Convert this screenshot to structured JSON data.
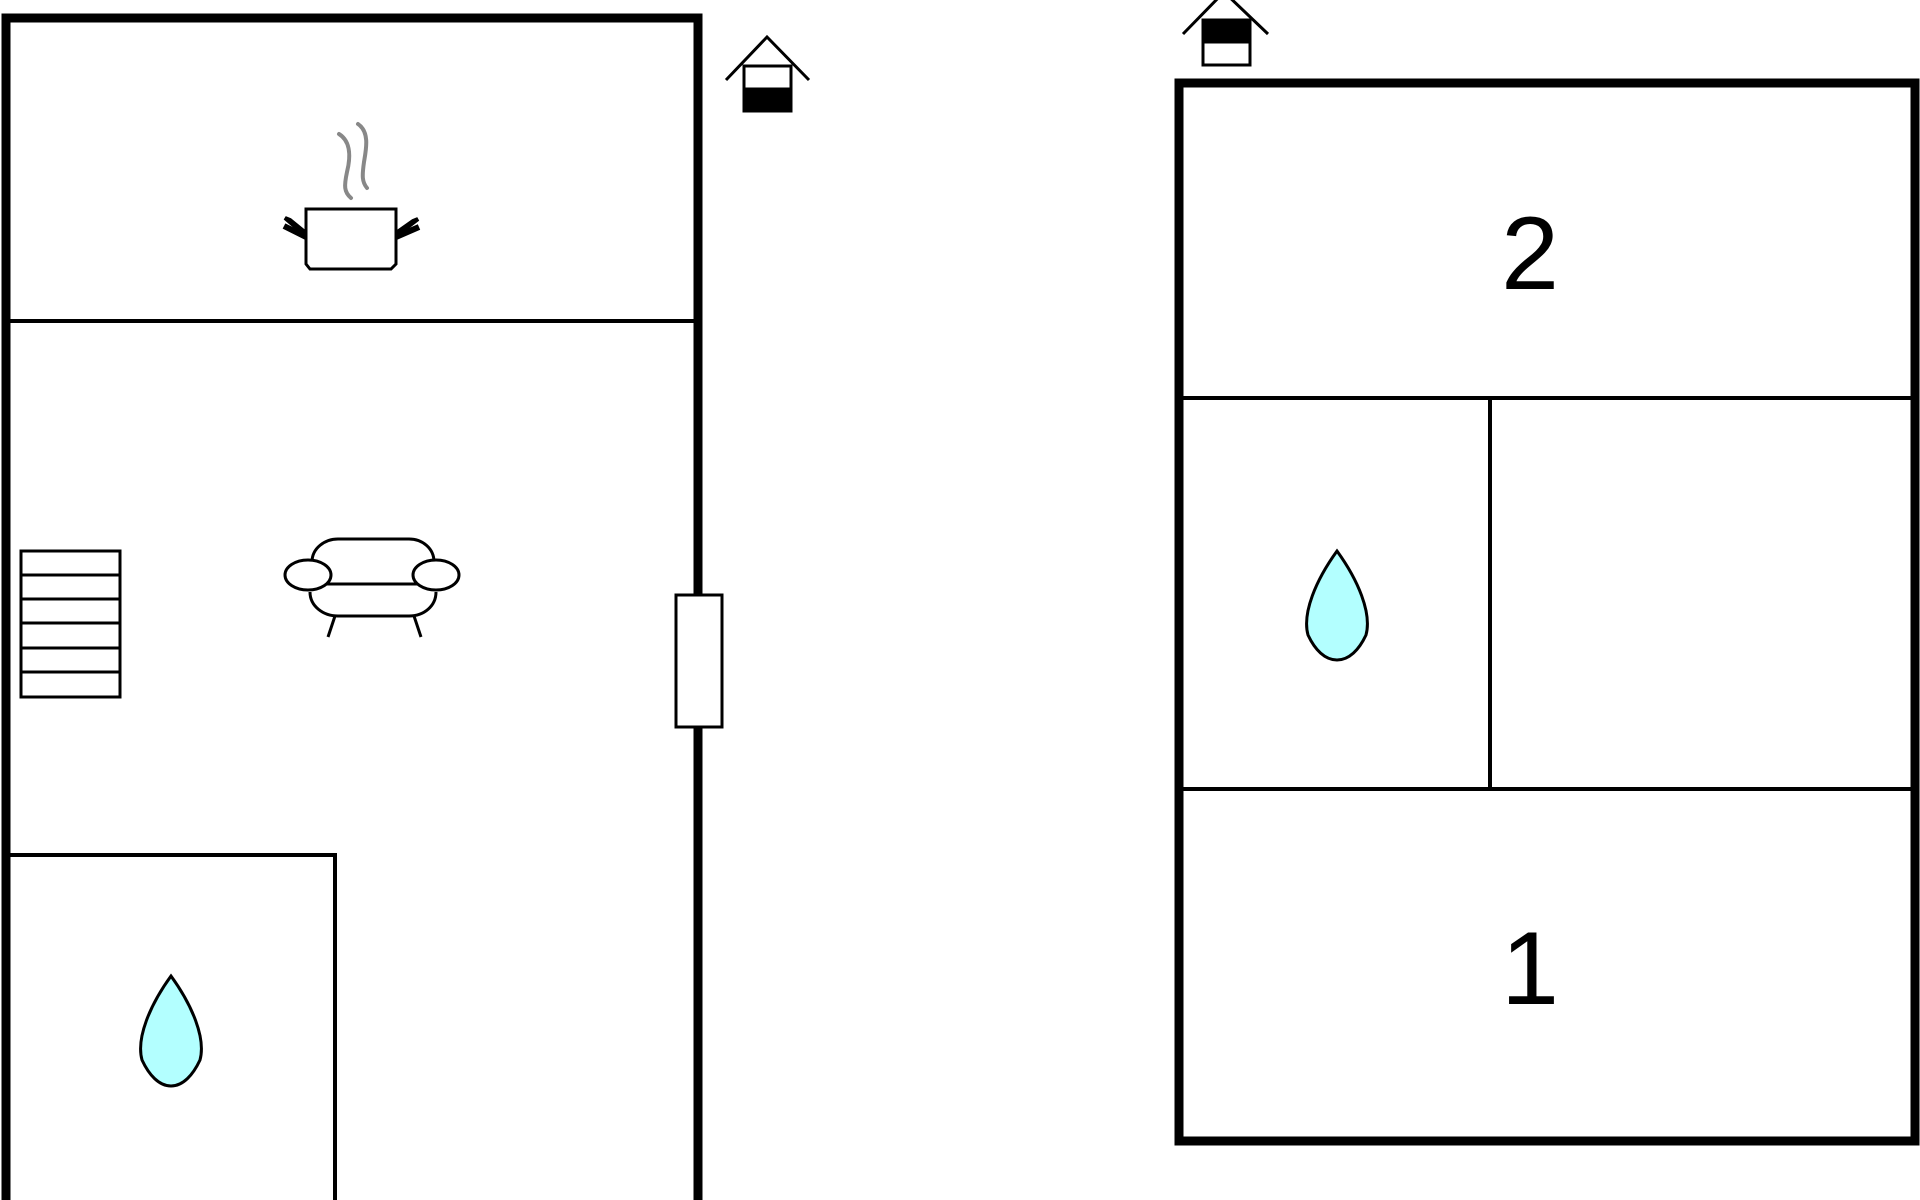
{
  "floor_plan": {
    "rooms": [
      {
        "name": "kitchen",
        "icon": "cooking-pot-icon"
      },
      {
        "name": "living-room",
        "icons": [
          "sofa-icon",
          "stairs-icon"
        ]
      },
      {
        "name": "bathroom",
        "icon": "water-drop-icon"
      },
      {
        "name": "bedroom",
        "label": "2"
      },
      {
        "name": "bathroom",
        "icon": "water-drop-icon"
      },
      {
        "name": "bedroom",
        "label": "1"
      }
    ],
    "floor_indicators": [
      {
        "name": "house-ground-floor-icon",
        "level": "ground"
      },
      {
        "name": "house-upper-floor-icon",
        "level": "upper"
      }
    ]
  },
  "colors": {
    "wall": "#000000",
    "water": "#b3ffff",
    "steam": "#888888",
    "background": "#ffffff"
  }
}
